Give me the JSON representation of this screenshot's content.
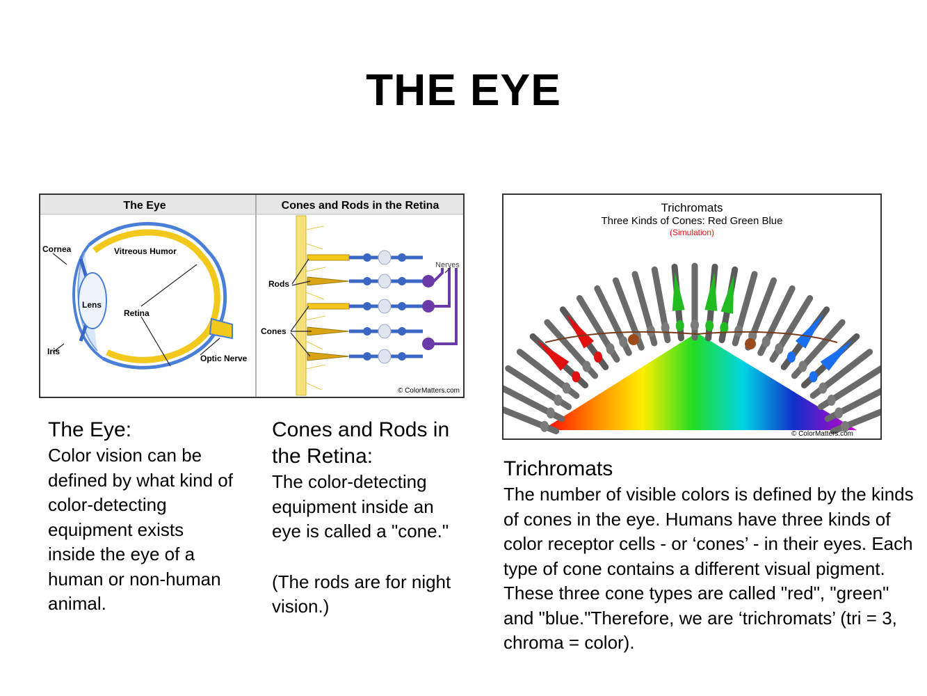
{
  "page": {
    "title": "THE EYE"
  },
  "figure_eye": {
    "header_left": "The Eye",
    "header_right": "Cones and Rods in the Retina",
    "labels": {
      "cornea": "Cornea",
      "vitreous": "Vitreous Humor",
      "lens": "Lens",
      "retina": "Retina",
      "iris": "Iris",
      "optic_nerve": "Optic Nerve",
      "nerves": "Nerves",
      "rods": "Rods",
      "cones": "Cones"
    },
    "credit": "© ColorMatters.com"
  },
  "figure_trichromats": {
    "title": "Trichromats",
    "subtitle": "Three Kinds of Cones: Red  Green  Blue",
    "note": "(Simulation)",
    "credit": "© ColorMatters.com",
    "colors": {
      "red": "#e01010",
      "green": "#22bb22",
      "blue": "#1a6ff0",
      "gray": "#6a6a6a"
    }
  },
  "captions": {
    "eye": {
      "heading": "The Eye:",
      "text": "Color vision can be defined by what kind of color-detecting equipment exists inside the eye of a human or non-human animal."
    },
    "cones": {
      "heading": "Cones and Rods in the Retina:",
      "text": "The color-detecting equipment inside an eye is called a \"cone.\"",
      "note": "(The rods are for night vision.)"
    },
    "trichromats": {
      "heading": "Trichromats",
      "text": "The number of visible colors is defined by the kinds of cones in the eye. Humans have three kinds of color receptor cells - or ‘cones’ - in their eyes. Each type of cone contains a different visual pigment. These three cone types are called \"red\", \"green\" and \"blue.\"Therefore, we are ‘trichromats’ (tri = 3, chroma = color)."
    }
  }
}
